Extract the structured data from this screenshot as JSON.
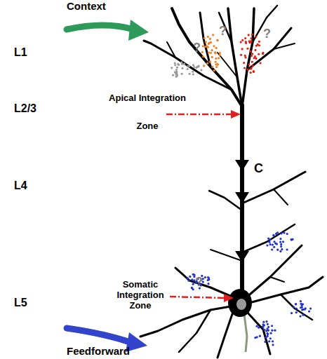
{
  "diagram": {
    "labels": [
      "Context",
      "L1",
      "L2/3",
      "L4",
      "L5",
      "?",
      "?",
      "?",
      "Apical Integration Zone",
      "C",
      "Somatic Integration Zone",
      "?",
      "Feedforward"
    ]
  }
}
